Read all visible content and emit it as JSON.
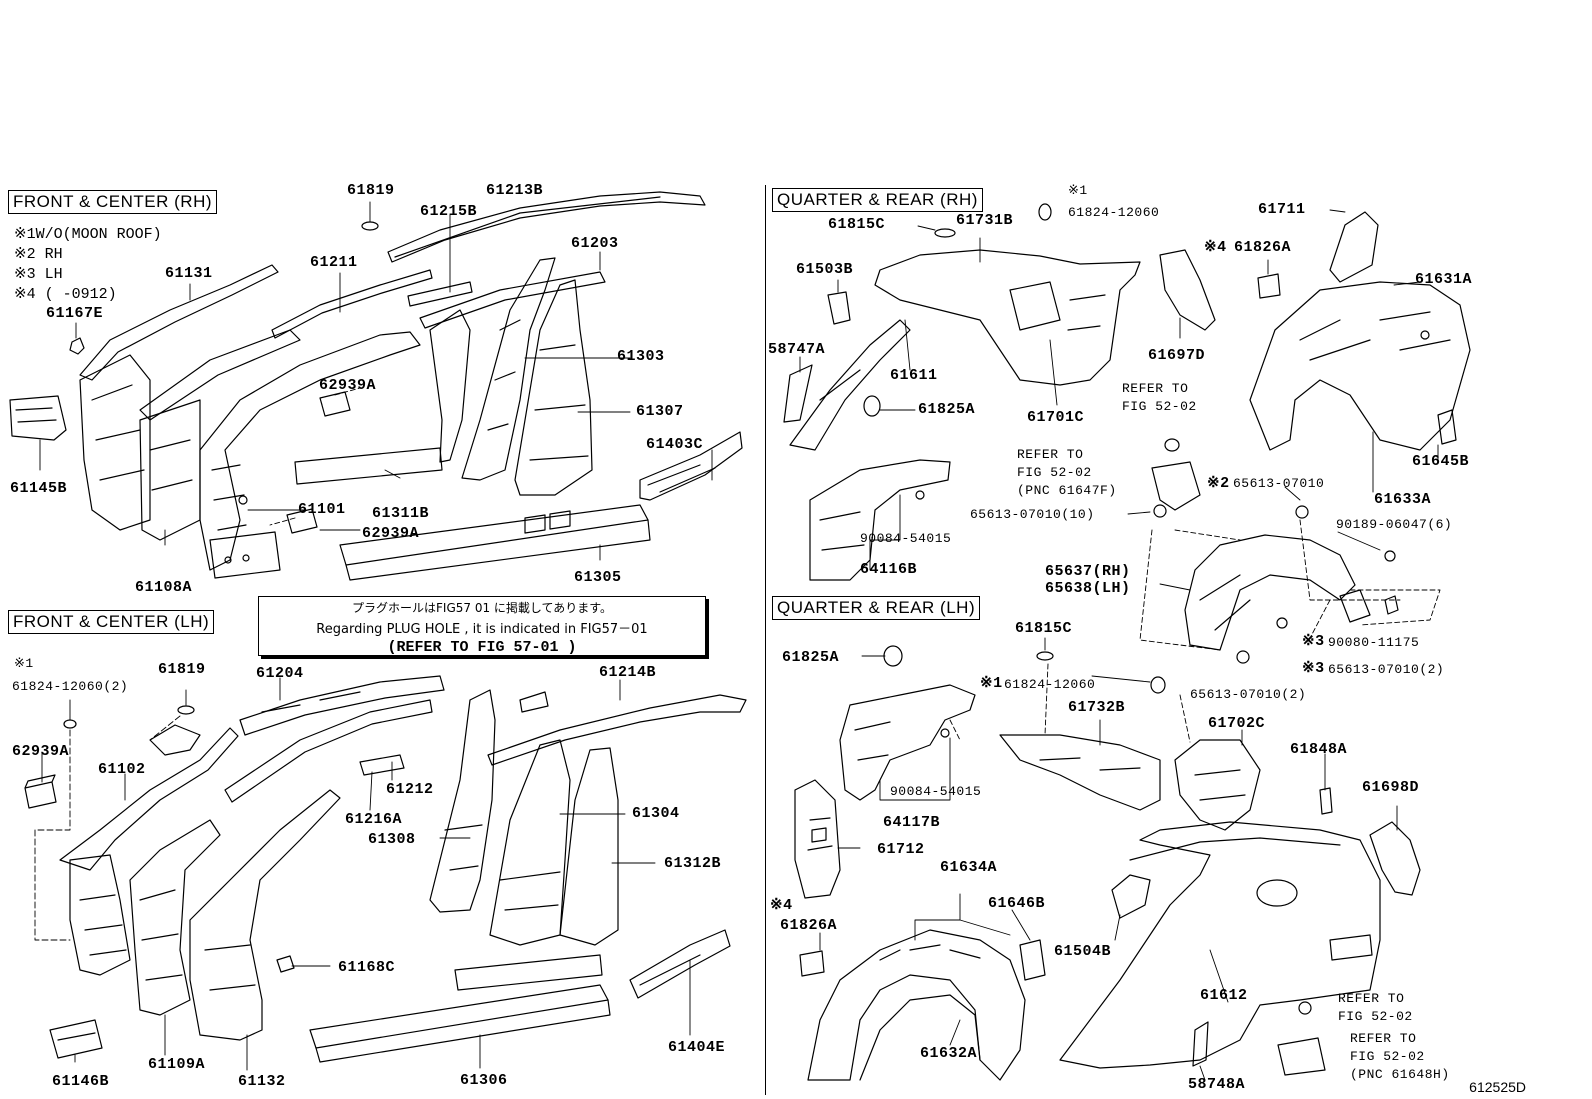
{
  "sections": {
    "front_rh": "FRONT & CENTER (RH)",
    "front_lh": "FRONT & CENTER (LH)",
    "quarter_rh": "QUARTER  &  REAR (RH)",
    "quarter_lh": "QUARTER  &  REAR (LH)"
  },
  "legend": {
    "l1": "※1W/O(MOON ROOF)",
    "l2": "※2 RH",
    "l3": "※3 LH",
    "l4": "※4 (      -0912)"
  },
  "plug_note": {
    "jp": "プラグホールはFIG57  01 に掲載してあります。",
    "en": "Regarding PLUG HOLE , it is indicated in FIG57－01",
    "refer": "(REFER TO FIG  57-01     )"
  },
  "figure_code": "612525D",
  "labels": {
    "p61819a": "61819",
    "p61213b": "61213B",
    "p61215b": "61215B",
    "p61211": "61211",
    "p61131": "61131",
    "p61203": "61203",
    "p61167e": "61167E",
    "p61303": "61303",
    "p62939a1": "62939A",
    "p61307": "61307",
    "p61403c": "61403C",
    "p61145b": "61145B",
    "p61101": "61101",
    "p61311b": "61311B",
    "p62939a2": "62939A",
    "p61108a": "61108A",
    "p61305": "61305",
    "s1a": "※1",
    "p61824a": "61824-12060(2)",
    "p61819b": "61819",
    "p61204": "61204",
    "p61214b": "61214B",
    "p62939a3": "62939A",
    "p61102": "61102",
    "p61212": "61212",
    "p61216a": "61216A",
    "p61304": "61304",
    "p61308": "61308",
    "p61312b": "61312B",
    "p61168c": "61168C",
    "p61404e": "61404E",
    "p61146b": "61146B",
    "p61109a": "61109A",
    "p61132": "61132",
    "p61306": "61306",
    "s1b": "※1",
    "p61824b": "61824-12060",
    "p61815c1": "61815C",
    "p61731b": "61731B",
    "p61711": "61711",
    "s4a": "※4",
    "p61826a1": "61826A",
    "p61503b": "61503B",
    "p61631a": "61631A",
    "p58747a": "58747A",
    "p61611": "61611",
    "p61697d": "61697D",
    "ref1a": "REFER TO",
    "ref1b": "FIG  52-02",
    "p61825a1": "61825A",
    "p61701c": "61701C",
    "p61645b": "61645B",
    "ref2a": "REFER TO",
    "ref2b": "FIG 52-02",
    "ref2c": "(PNC 61647F)",
    "s2": "※2",
    "p65613a": "65613-07010",
    "p61633a": "61633A",
    "p65613b": "65613-07010(10)",
    "p90189": "90189-06047(6)",
    "p90084a": "90084-54015",
    "p64116b": "64116B",
    "p65637": "65637(RH)",
    "p65638": "65638(LH)",
    "s3a": "※3",
    "p90080": "90080-11175",
    "s3b": "※3",
    "p65613c": "65613-07010(2)",
    "p61815c2": "61815C",
    "p61825a2": "61825A",
    "s1c": "※1",
    "p61824c": "61824-12060",
    "p65613d": "65613-07010(2)",
    "p61732b": "61732B",
    "p61702c": "61702C",
    "p90084b": "90084-54015",
    "p61848a": "61848A",
    "p61698d": "61698D",
    "p64117b": "64117B",
    "p61712": "61712",
    "p61634a": "61634A",
    "p61646b": "61646B",
    "s4b": "※4",
    "p61826a2": "61826A",
    "p61504b": "61504B",
    "p61612": "61612",
    "ref3a": "REFER TO",
    "ref3b": "FIG  52-02",
    "ref4a": "REFER TO",
    "ref4b": "FIG 52-02",
    "ref4c": "(PNC 61648H)",
    "p61632a": "61632A",
    "p58748a": "58748A"
  }
}
